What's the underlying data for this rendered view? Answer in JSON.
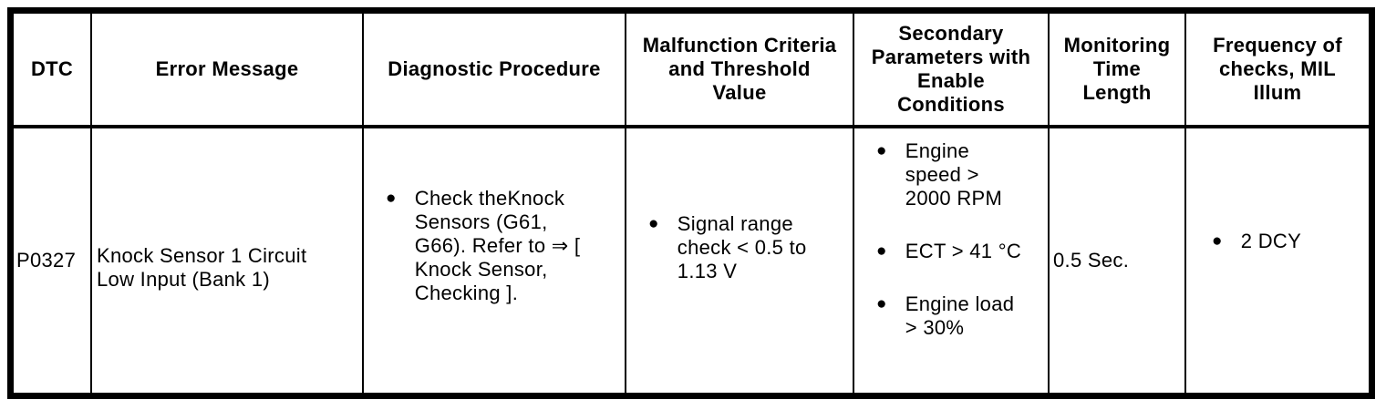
{
  "icons": {
    "bullet": "●"
  },
  "colors": {
    "text": "#000000",
    "border": "#000000",
    "background": "#ffffff"
  },
  "table": {
    "columns": [
      {
        "id": "dtc",
        "label": "DTC"
      },
      {
        "id": "error_message",
        "label": "Error Message"
      },
      {
        "id": "diagnostic_procedure",
        "label": "Diagnostic Procedure"
      },
      {
        "id": "malfunction_criteria",
        "label": "Malfunction Criteria\nand Threshold\nValue"
      },
      {
        "id": "secondary_parameters",
        "label": "Secondary\nParameters with\nEnable\nConditions"
      },
      {
        "id": "monitoring_time",
        "label": "Monitoring\nTime\nLength"
      },
      {
        "id": "frequency_of_checks",
        "label": "Frequency of\nchecks, MIL\nIllum"
      }
    ],
    "rows": [
      {
        "dtc": "P0327",
        "error_message": "Knock Sensor 1 Circuit\nLow Input (Bank 1)",
        "diagnostic_procedure": [
          "Check theKnock\nSensors (G61,\nG66). Refer to ⇒ [\nKnock Sensor,\nChecking ]."
        ],
        "malfunction_criteria": [
          "Signal range\ncheck < 0.5 to\n1.13 V"
        ],
        "secondary_parameters": [
          "Engine\nspeed >\n2000 RPM",
          "ECT > 41 °C",
          "Engine load\n> 30%"
        ],
        "monitoring_time": "0.5 Sec.",
        "frequency_of_checks": [
          "2 DCY"
        ]
      }
    ]
  }
}
